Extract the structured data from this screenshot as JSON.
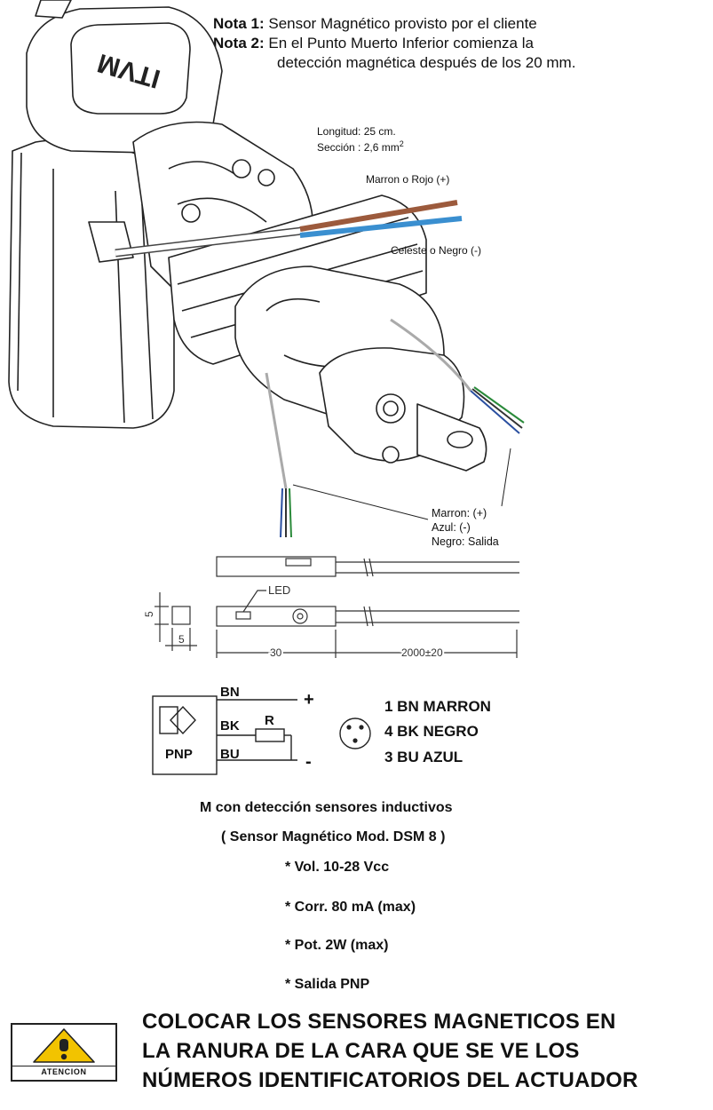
{
  "notes": {
    "note1_label": "Nota 1:",
    "note1_text": "Sensor Magnético provisto por el cliente",
    "note2_label": "Nota 2:",
    "note2_line1": "En el Punto Muerto Inferior comienza la",
    "note2_line2": "detección magnética después de los 20 mm."
  },
  "cable_spec": {
    "length": "Longitud: 25 cm.",
    "section": "Sección :  2,6 mm",
    "section_sup": "2"
  },
  "cable_wires": {
    "positive": "Marron o Rojo (+)",
    "negative": "Celeste o Negro (-)"
  },
  "actuator": {
    "brand": "ITVM"
  },
  "sensor_wires": {
    "brown": "Marron: (+)",
    "blue": "Azul: (-)",
    "black": "Negro: Salida"
  },
  "dimensions": {
    "led": "LED",
    "height": "5",
    "width": "5",
    "length": "30",
    "cable_length": "2000±20"
  },
  "schematic": {
    "bn": "BN",
    "bk": "BK",
    "bu": "BU",
    "r": "R",
    "pnp": "PNP",
    "plus": "+",
    "minus": "-"
  },
  "pinout": {
    "pin1": "1 BN MARRON",
    "pin4": "4 BK NEGRO",
    "pin3": "3 BU AZUL"
  },
  "specs": {
    "title": "M con detección sensores inductivos",
    "model": "( Sensor Magnético Mod. DSM 8 )",
    "voltage": "* Vol. 10-28 Vcc",
    "current": "* Corr. 80 mA (max)",
    "power": "* Pot. 2W (max)",
    "output": "* Salida PNP"
  },
  "warning": {
    "badge": "ATENCION",
    "line1": "COLOCAR LOS SENSORES  MAGNETICOS  EN",
    "line2": "LA RANURA DE LA CARA QUE SE VE LOS",
    "line3": "NÚMEROS IDENTIFICATORIOS DEL ACTUADOR"
  },
  "colors": {
    "brown_wire": "#9c5a3c",
    "blue_wire": "#3a8fd0",
    "warning_yellow": "#f2c300",
    "line": "#222222"
  }
}
